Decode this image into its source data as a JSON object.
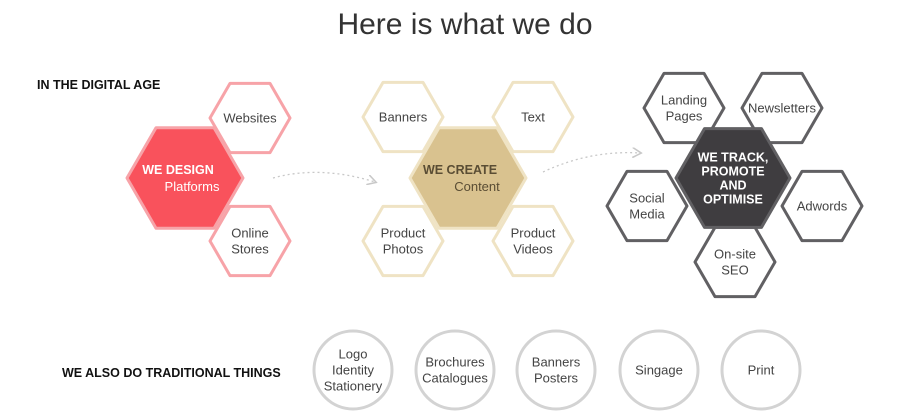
{
  "title": "Here is what we do",
  "digital_label": "IN THE DIGITAL AGE",
  "traditional_label": "WE ALSO DO TRADITIONAL THINGS",
  "colors": {
    "design_fill": "#f9525c",
    "design_outline": "#f7a3a8",
    "create_fill": "#d9c28f",
    "create_outline": "#efe3c4",
    "track_fill": "#3f3d40",
    "track_outline": "#616063",
    "circle_outline": "#d3d3d3",
    "arrow": "#c8c8c8"
  },
  "design": {
    "center_title": "WE DESIGN",
    "center_sub": "Platforms",
    "satellites": [
      {
        "lines": [
          "Websites"
        ]
      },
      {
        "lines": [
          "Online",
          "Stores"
        ]
      }
    ]
  },
  "create": {
    "center_title": "WE CREATE",
    "center_sub": "Content",
    "satellites": [
      {
        "lines": [
          "Banners"
        ]
      },
      {
        "lines": [
          "Text"
        ]
      },
      {
        "lines": [
          "Product",
          "Photos"
        ]
      },
      {
        "lines": [
          "Product",
          "Videos"
        ]
      }
    ]
  },
  "track": {
    "center_lines": [
      "WE TRACK,",
      "PROMOTE",
      "AND",
      "OPTIMISE"
    ],
    "satellites": [
      {
        "lines": [
          "Landing",
          "Pages"
        ]
      },
      {
        "lines": [
          "Newsletters"
        ]
      },
      {
        "lines": [
          "Social",
          "Media"
        ]
      },
      {
        "lines": [
          "Adwords"
        ]
      },
      {
        "lines": [
          "On-site",
          "SEO"
        ]
      }
    ]
  },
  "traditional": [
    {
      "lines": [
        "Logo",
        "Identity",
        "Stationery"
      ]
    },
    {
      "lines": [
        "Brochures",
        "Catalogues"
      ]
    },
    {
      "lines": [
        "Banners",
        "Posters"
      ]
    },
    {
      "lines": [
        "Singage"
      ]
    },
    {
      "lines": [
        "Print"
      ]
    }
  ]
}
